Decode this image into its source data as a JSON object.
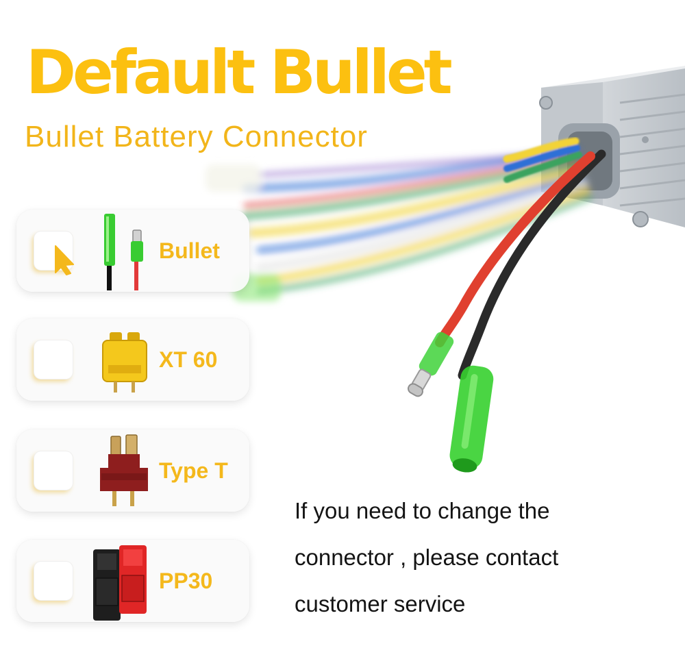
{
  "header": {
    "title": "Default Bullet",
    "subtitle": "Bullet Battery Connector"
  },
  "colors": {
    "accent": "#fcc010",
    "text": "#141414",
    "card_background": "#fafafa"
  },
  "options": [
    {
      "label": "Bullet",
      "icon": "bullet-connector-icon",
      "selected": true
    },
    {
      "label": "XT 60",
      "icon": "xt60-connector-icon",
      "selected": false
    },
    {
      "label": "Type T",
      "icon": "t-plug-connector-icon",
      "selected": false
    },
    {
      "label": "PP30",
      "icon": "pp30-connector-icon",
      "selected": false
    }
  ],
  "note": {
    "line1": "If you need to change the",
    "line2": "connector , please contact",
    "line3": "customer service"
  }
}
